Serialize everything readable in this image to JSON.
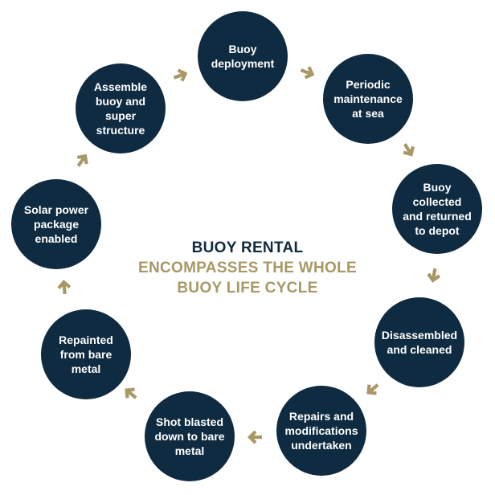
{
  "colors": {
    "node_fill": "#0f2b41",
    "accent": "#a89866",
    "text": "#ffffff"
  },
  "center": {
    "title": "BUOY RENTAL",
    "subtitle_line1": "ENCOMPASSES THE WHOLE",
    "subtitle_line2": "BUOY LIFE CYCLE"
  },
  "steps": [
    {
      "label": "Buoy\ndeployment"
    },
    {
      "label": "Periodic\nmaintenance\nat sea"
    },
    {
      "label": "Buoy\ncollected\nand returned\nto depot"
    },
    {
      "label": "Disassembled\nand cleaned"
    },
    {
      "label": "Repairs and\nmodifications\nundertaken"
    },
    {
      "label": "Shot blasted\ndown to bare\nmetal"
    },
    {
      "label": "Repainted\nfrom bare\nmetal"
    },
    {
      "label": "Solar power\npackage\nenabled"
    },
    {
      "label": "Assemble\nbuoy and\nsuper\nstructure"
    }
  ],
  "arrow_icon": "chevron-arrow-icon"
}
